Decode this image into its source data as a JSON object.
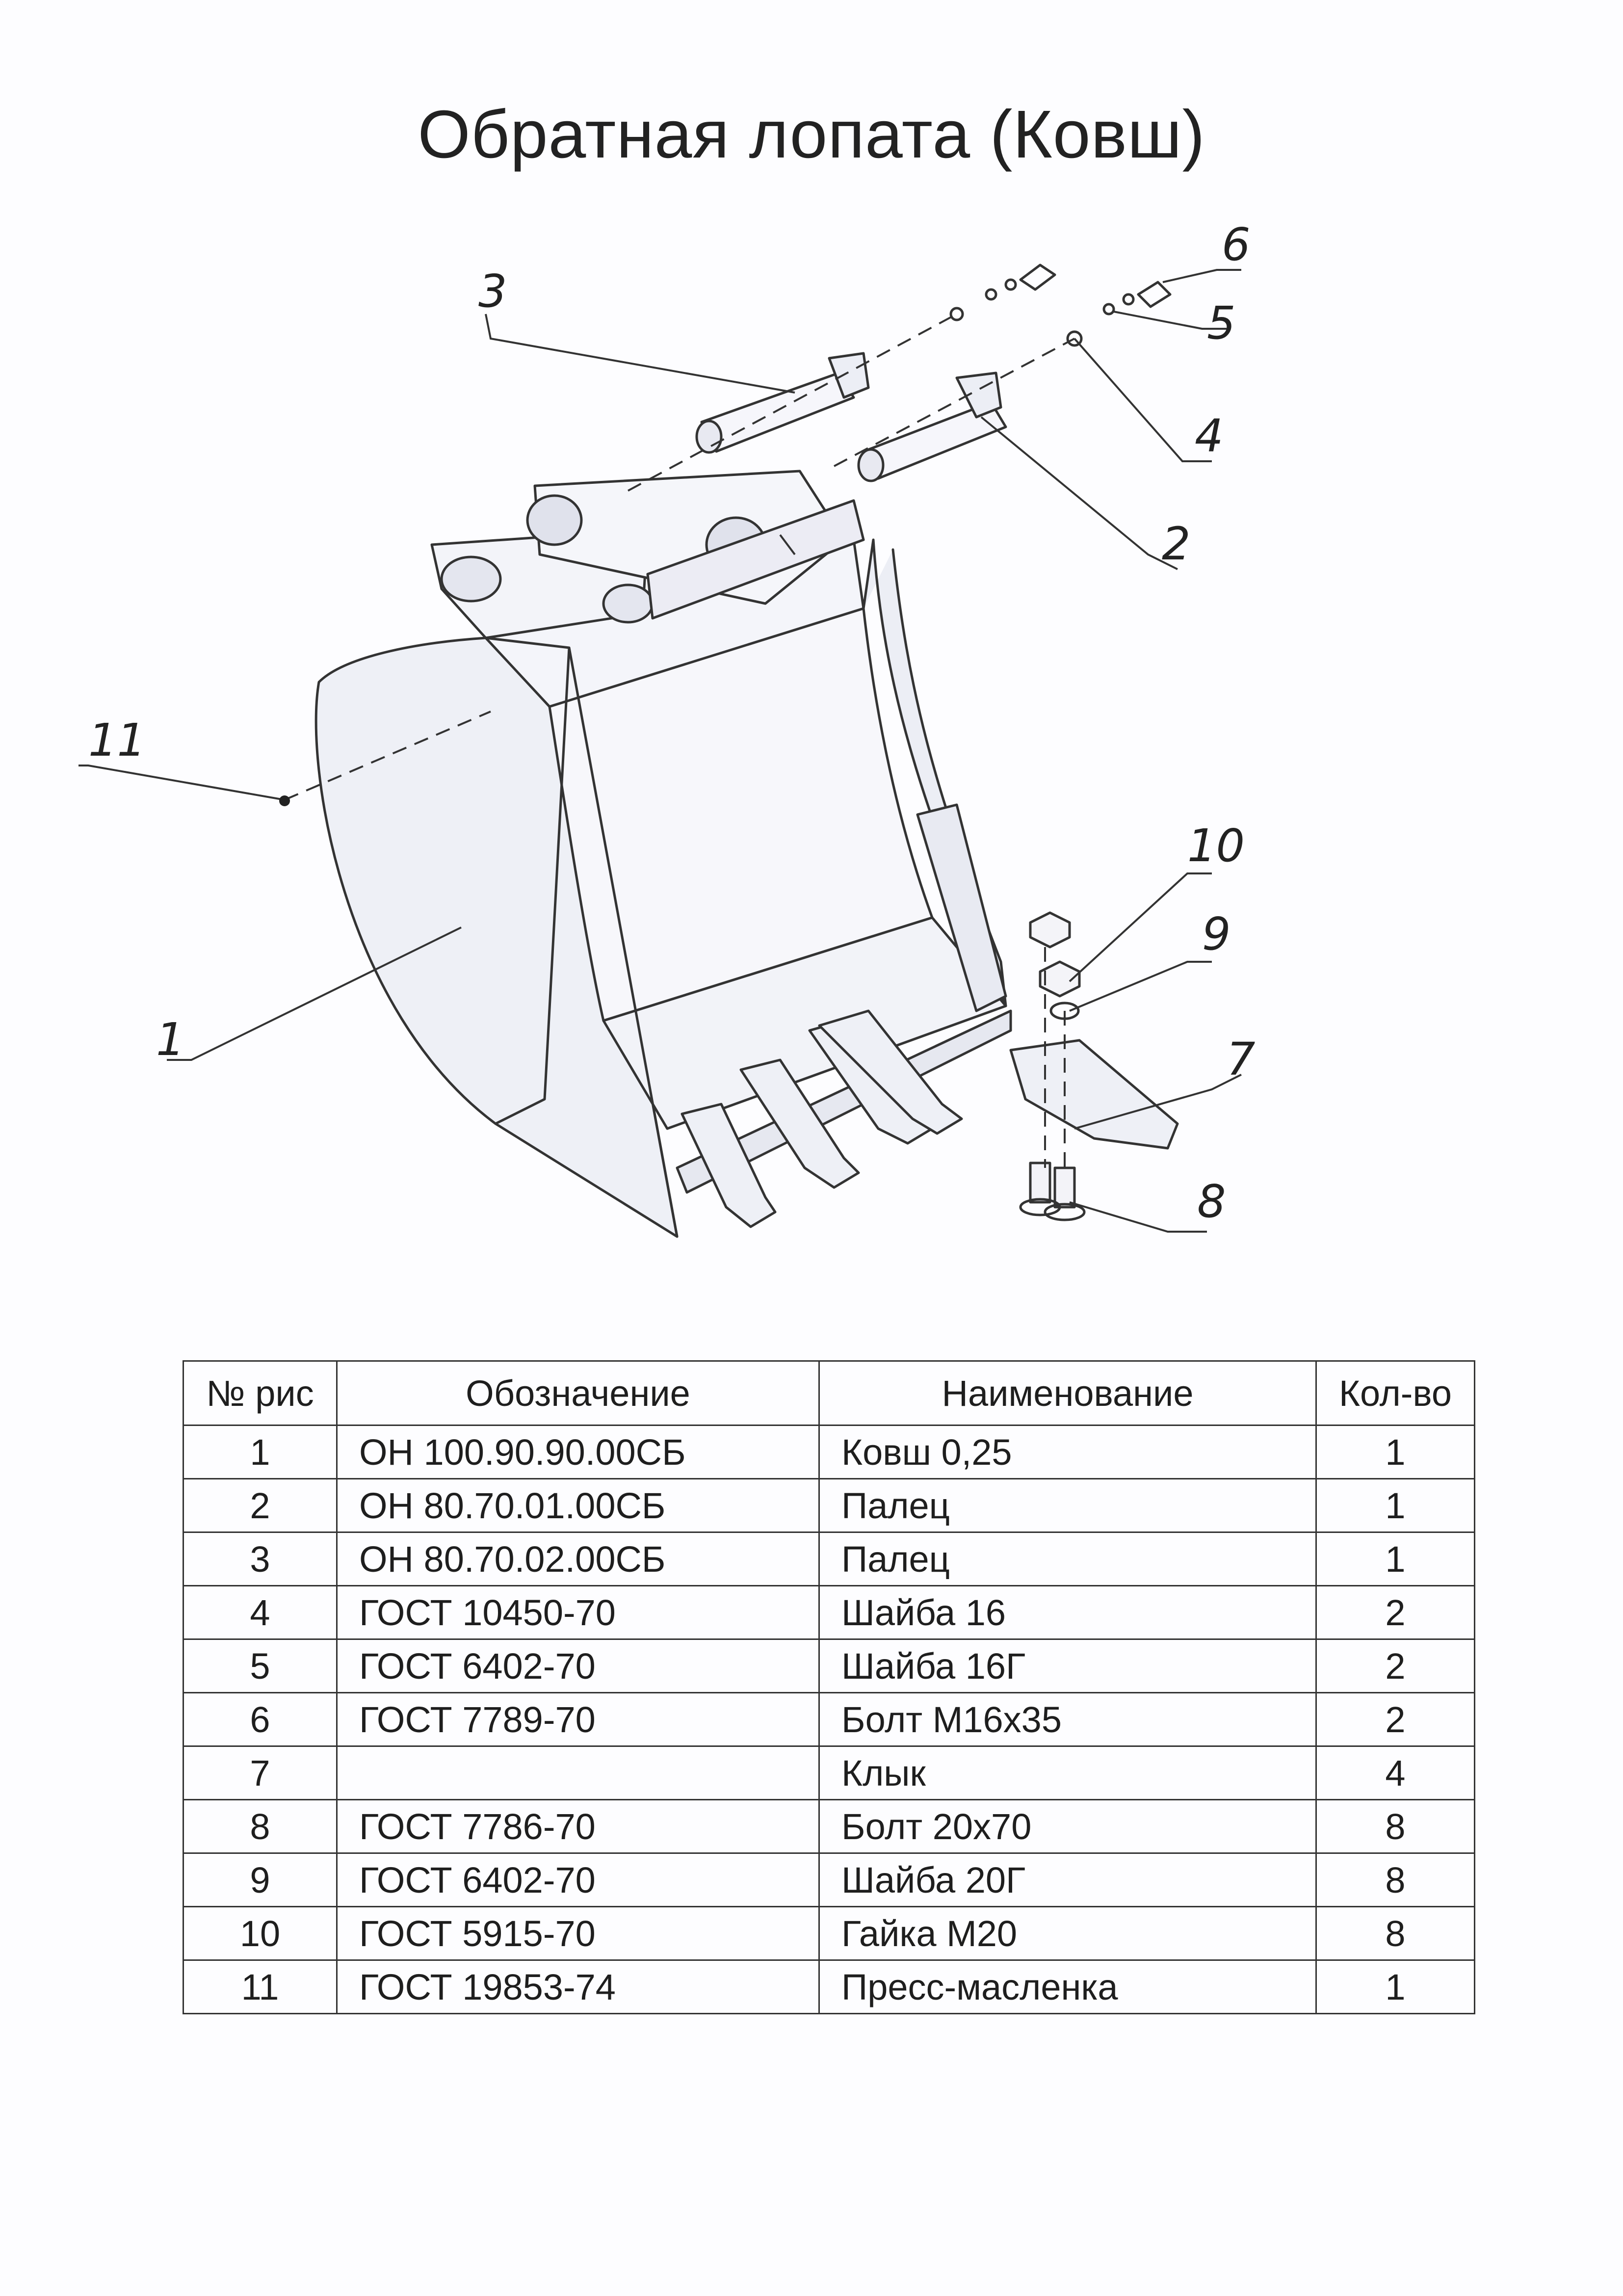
{
  "title": "Обратная лопата (Ковш)",
  "callouts": [
    "1",
    "2",
    "3",
    "4",
    "5",
    "6",
    "7",
    "8",
    "9",
    "10",
    "11"
  ],
  "table": {
    "headers": {
      "num": "№ рис",
      "code": "Обозначение",
      "name": "Наименование",
      "qty": "Кол-во"
    },
    "rows": [
      {
        "num": "1",
        "code": "ОН 100.90.90.00СБ",
        "name": "Ковш 0,25",
        "qty": "1"
      },
      {
        "num": "2",
        "code": "ОН 80.70.01.00СБ",
        "name": "Палец",
        "qty": "1"
      },
      {
        "num": "3",
        "code": "ОН 80.70.02.00СБ",
        "name": "Палец",
        "qty": "1"
      },
      {
        "num": "4",
        "code": "ГОСТ 10450-70",
        "name": "Шайба 16",
        "qty": "2"
      },
      {
        "num": "5",
        "code": "ГОСТ 6402-70",
        "name": "Шайба 16Г",
        "qty": "2"
      },
      {
        "num": "6",
        "code": "ГОСТ 7789-70",
        "name": "Болт М16х35",
        "qty": "2"
      },
      {
        "num": "7",
        "code": "",
        "name": "Клык",
        "qty": "4"
      },
      {
        "num": "8",
        "code": "ГОСТ 7786-70",
        "name": "Болт 20х70",
        "qty": "8"
      },
      {
        "num": "9",
        "code": "ГОСТ 6402-70",
        "name": "Шайба 20Г",
        "qty": "8"
      },
      {
        "num": "10",
        "code": "ГОСТ 5915-70",
        "name": "Гайка М20",
        "qty": "8"
      },
      {
        "num": "11",
        "code": "ГОСТ 19853-74",
        "name": "Пресс-масленка",
        "qty": "1"
      }
    ]
  }
}
